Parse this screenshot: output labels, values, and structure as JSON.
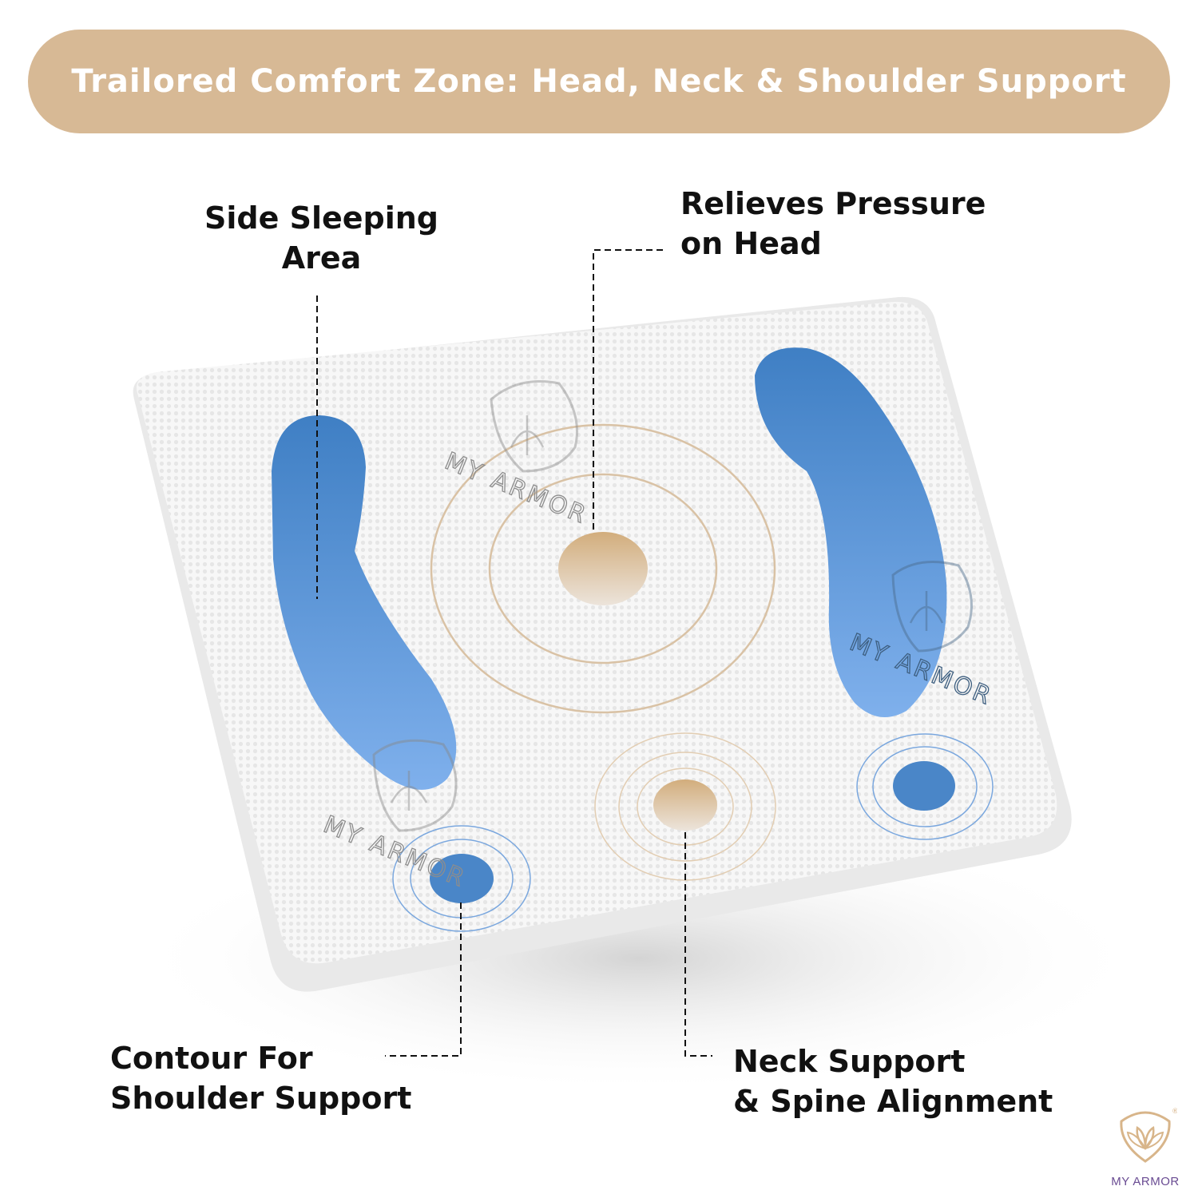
{
  "banner": {
    "title": "Trailored Comfort Zone: Head, Neck & Shoulder Support"
  },
  "callouts": {
    "side_sleeping": {
      "line1": "Side Sleeping",
      "line2": "Area"
    },
    "head": {
      "line1": "Relieves Pressure",
      "line2": "on Head"
    },
    "shoulder": {
      "line1": "Contour For",
      "line2": "Shoulder Support"
    },
    "neck": {
      "line1": "Neck Support",
      "line2": "& Spine Alignment"
    }
  },
  "pillow": {
    "watermark": "MY ARMOR",
    "colors": {
      "zone_blue": "#4a86c8",
      "zone_tan": "#d6b68e",
      "ring_tan": "#d9c2a5",
      "ring_blue": "#5b93d6",
      "surface": "#f6f6f6"
    }
  },
  "brand": {
    "name": "MY ARMOR",
    "color": "#6a4c93",
    "icon": "lotus-shield-icon"
  }
}
